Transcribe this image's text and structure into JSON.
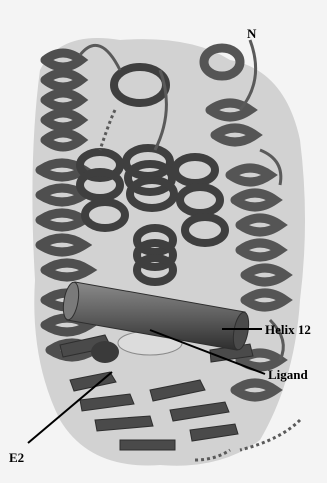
{
  "figure": {
    "labels": {
      "n_terminus": "N",
      "helix12": "Helix 12",
      "ligand": "Ligand",
      "e2": "E2"
    },
    "colors": {
      "ribbon": "#595959",
      "ribbon_dark": "#2e2e2e",
      "ribbon_light": "#8a8a8a",
      "background": "#f4f4f4",
      "ligand": "#dcdcdc"
    }
  }
}
